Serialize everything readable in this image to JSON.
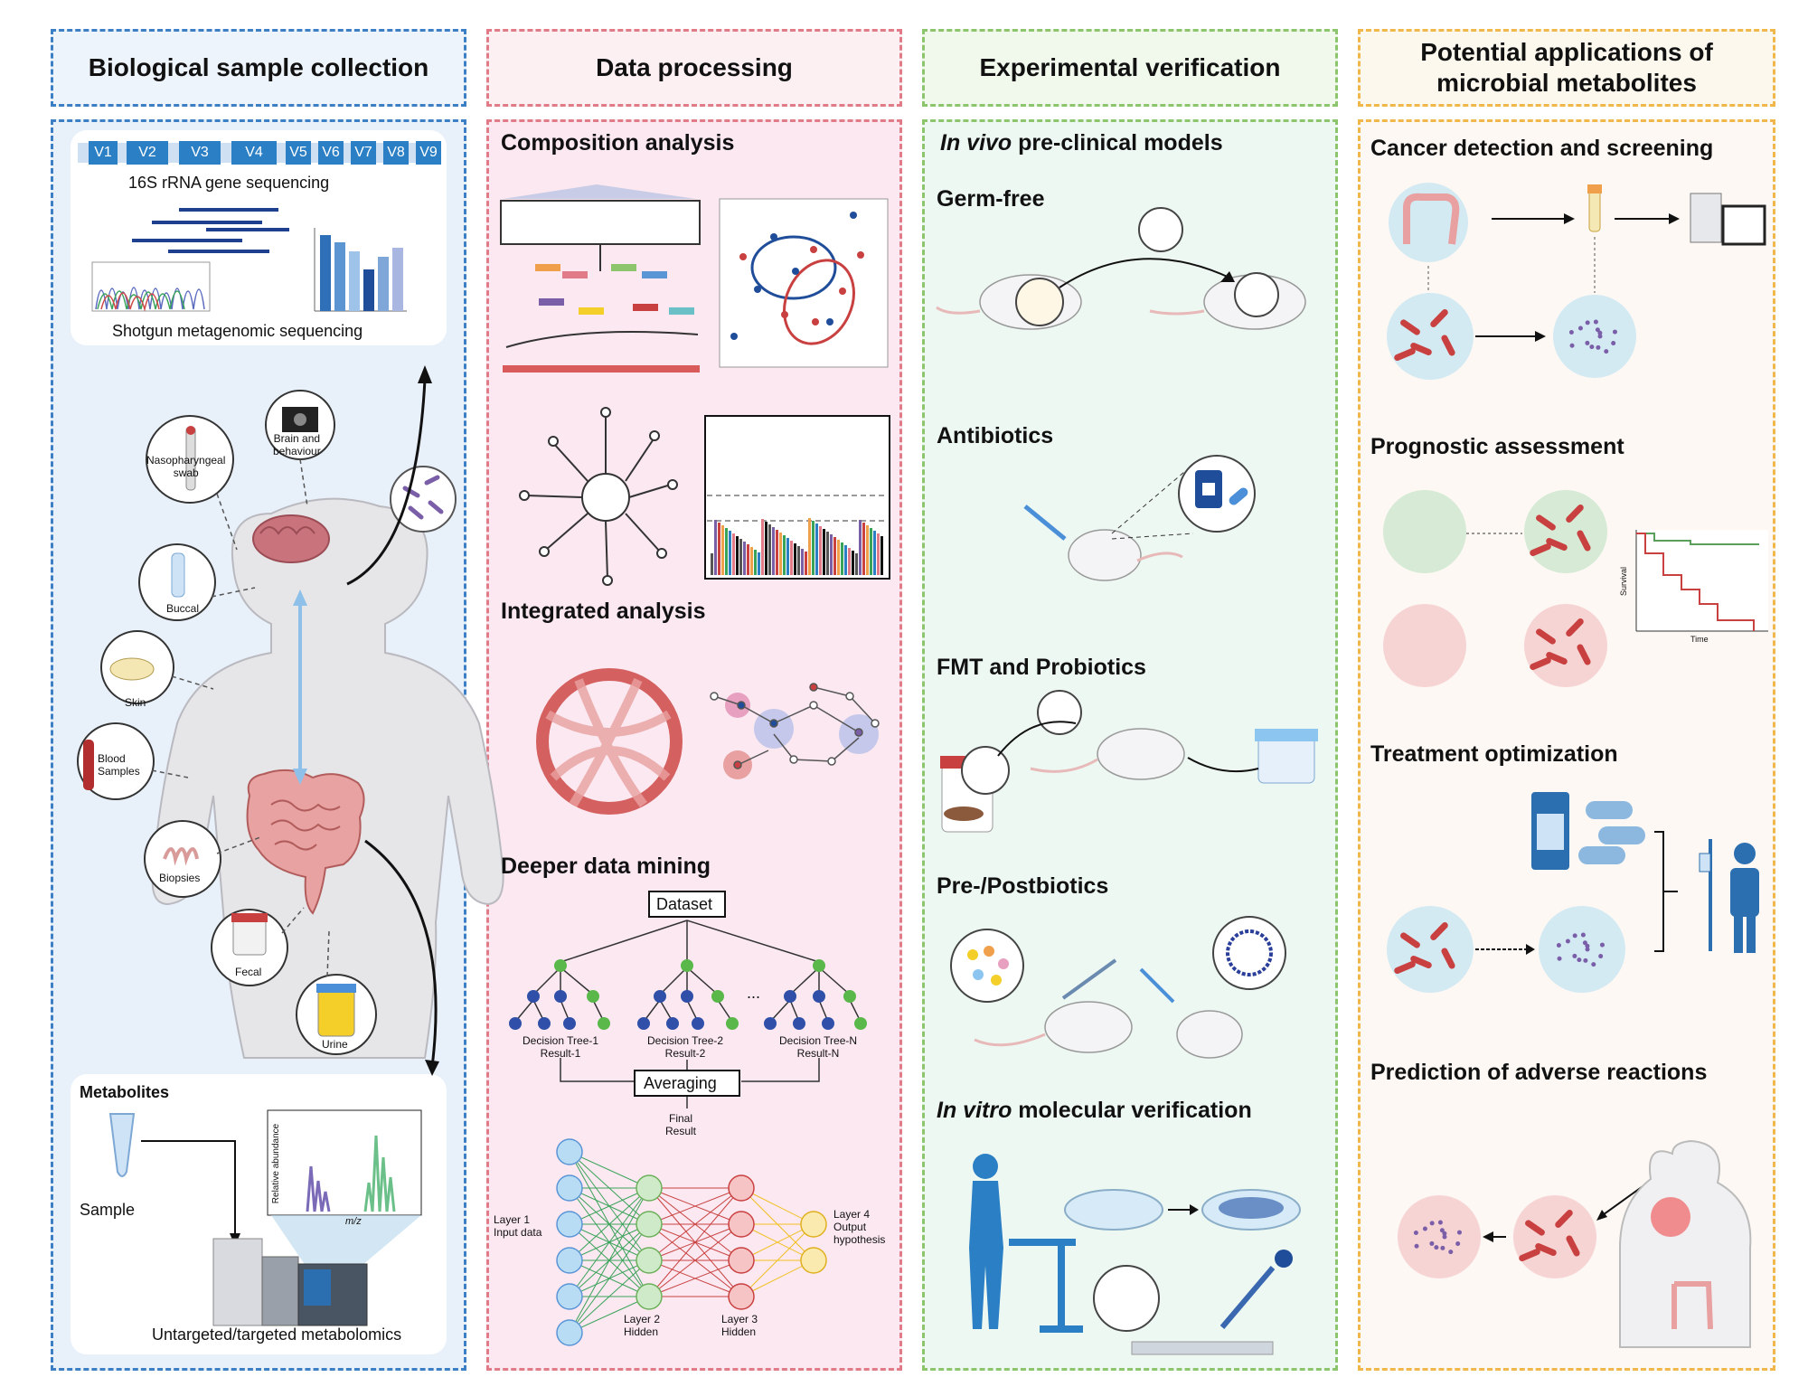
{
  "columns": {
    "c1": "Biological sample collection",
    "c2": "Data processing",
    "c3": "Experimental verification",
    "c4_line1": "Potential applications of",
    "c4_line2": "microbial metabolites"
  },
  "col1": {
    "regions": [
      "V1",
      "V2",
      "V3",
      "V4",
      "V5",
      "V6",
      "V7",
      "V8",
      "V9"
    ],
    "rrna": "16S rRNA gene sequencing",
    "shotgun": "Shotgun metagenomic sequencing",
    "samples": {
      "naso": "Nasopharyngeal",
      "naso2": "swab",
      "brain": "Brain and",
      "brain2": "behaviour",
      "buccal": "Buccal",
      "skin": "Skin",
      "blood": "Blood",
      "blood2": "Samples",
      "biopsies": "Biopsies",
      "fecal": "Fecal",
      "urine": "Urine"
    },
    "metabolites": "Metabolites",
    "sample": "Sample",
    "ms_ylabel": "Relative abundance",
    "ms_xlabel": "m/z",
    "metabolomics": "Untargeted/targeted metabolomics"
  },
  "col2": {
    "composition": "Composition analysis",
    "integrated": "Integrated analysis",
    "deeper": "Deeper data mining",
    "dataset": "Dataset",
    "ellipsis": "...",
    "tree1": "Decision Tree-1",
    "tree2": "Decision Tree-2",
    "treeN": "Decision Tree-N",
    "result1": "Result-1",
    "result2": "Result-2",
    "resultN": "Result-N",
    "averaging": "Averaging",
    "final": "Final",
    "final2": "Result",
    "layer1": "Layer 1",
    "layer1b": "Input data",
    "layer2": "Layer 2",
    "layer2b": "Hidden",
    "layer3": "Layer 3",
    "layer3b": "Hidden",
    "layer4": "Layer 4",
    "layer4b": "Output",
    "layer4c": "hypothesis"
  },
  "col3": {
    "invivo_italic": "In vivo",
    "invivo_rest": " pre-clinical models",
    "germfree": "Germ-free",
    "antibiotics": "Antibiotics",
    "fmt": "FMT and Probiotics",
    "prepost": "Pre-/Postbiotics",
    "invitro_italic": "In vitro",
    "invitro_rest": " molecular verification"
  },
  "col4": {
    "cancer": "Cancer detection and screening",
    "prognostic": "Prognostic assessment",
    "survival": "Survival",
    "time": "Time",
    "treatment": "Treatment optimization",
    "adverse": "Prediction of adverse reactions"
  },
  "colors": {
    "blue_border": "#3d7fc4",
    "pink_border": "#e07b87",
    "green_border": "#8cc56b",
    "orange_border": "#f0b84a",
    "bacteria_red": "#c8403f",
    "bacteria_purple": "#7a5ea8"
  }
}
